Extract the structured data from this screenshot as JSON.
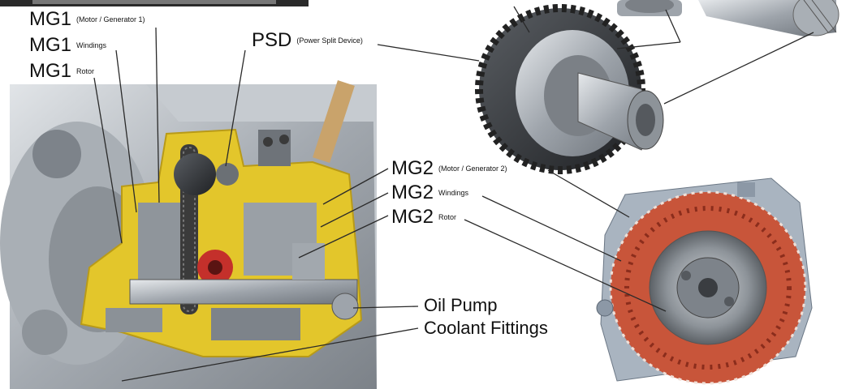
{
  "labels": {
    "mg1_motor": {
      "main": "MG1",
      "sub": "(Motor / Generator 1)"
    },
    "mg1_windings": {
      "main": "MG1",
      "sub": "Windings"
    },
    "mg1_rotor": {
      "main": "MG1",
      "sub": "Rotor"
    },
    "psd": {
      "main": "PSD",
      "sub": "(Power Split Device)"
    },
    "mg2_motor": {
      "main": "MG2",
      "sub": "(Motor / Generator 2)"
    },
    "mg2_windings": {
      "main": "MG2",
      "sub": "Windings"
    },
    "mg2_rotor": {
      "main": "MG2",
      "sub": "Rotor"
    },
    "oil_pump": "Oil Pump",
    "coolant_fittings": "Coolant Fittings"
  },
  "colors": {
    "housing": "#b9bec4",
    "cutaway": "#e3c62b",
    "stator_copper": "#c8553a",
    "rotor": "#9aa0a6",
    "gear_dark": "#3b3b3b"
  }
}
